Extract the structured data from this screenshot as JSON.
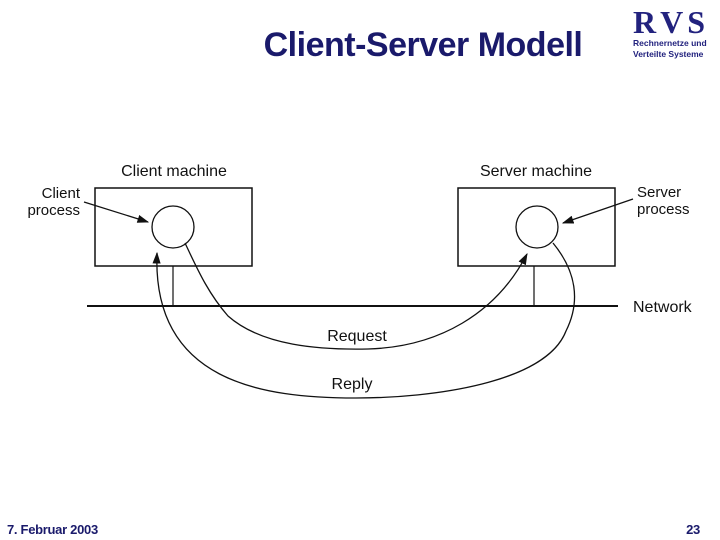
{
  "slide": {
    "title": "Client-Server Modell",
    "footer": {
      "date": "7. Februar 2003",
      "page_number": "23"
    },
    "colors": {
      "accent_navy": "#1a1a6b",
      "logo_bar_gray": "#8c96b4",
      "diagram_ink": "#111111"
    }
  },
  "logo": {
    "letters": [
      "R",
      "V",
      "S"
    ],
    "subtitle_line1": "Rechnernetze und",
    "subtitle_line2": "Verteilte Systeme"
  },
  "diagram": {
    "client_machine_label": "Client machine",
    "server_machine_label": "Server machine",
    "client_process_line1": "Client",
    "client_process_line2": "process",
    "server_process_line1": "Server",
    "server_process_line2": "process",
    "network_label": "Network",
    "request_label": "Request",
    "reply_label": "Reply"
  }
}
